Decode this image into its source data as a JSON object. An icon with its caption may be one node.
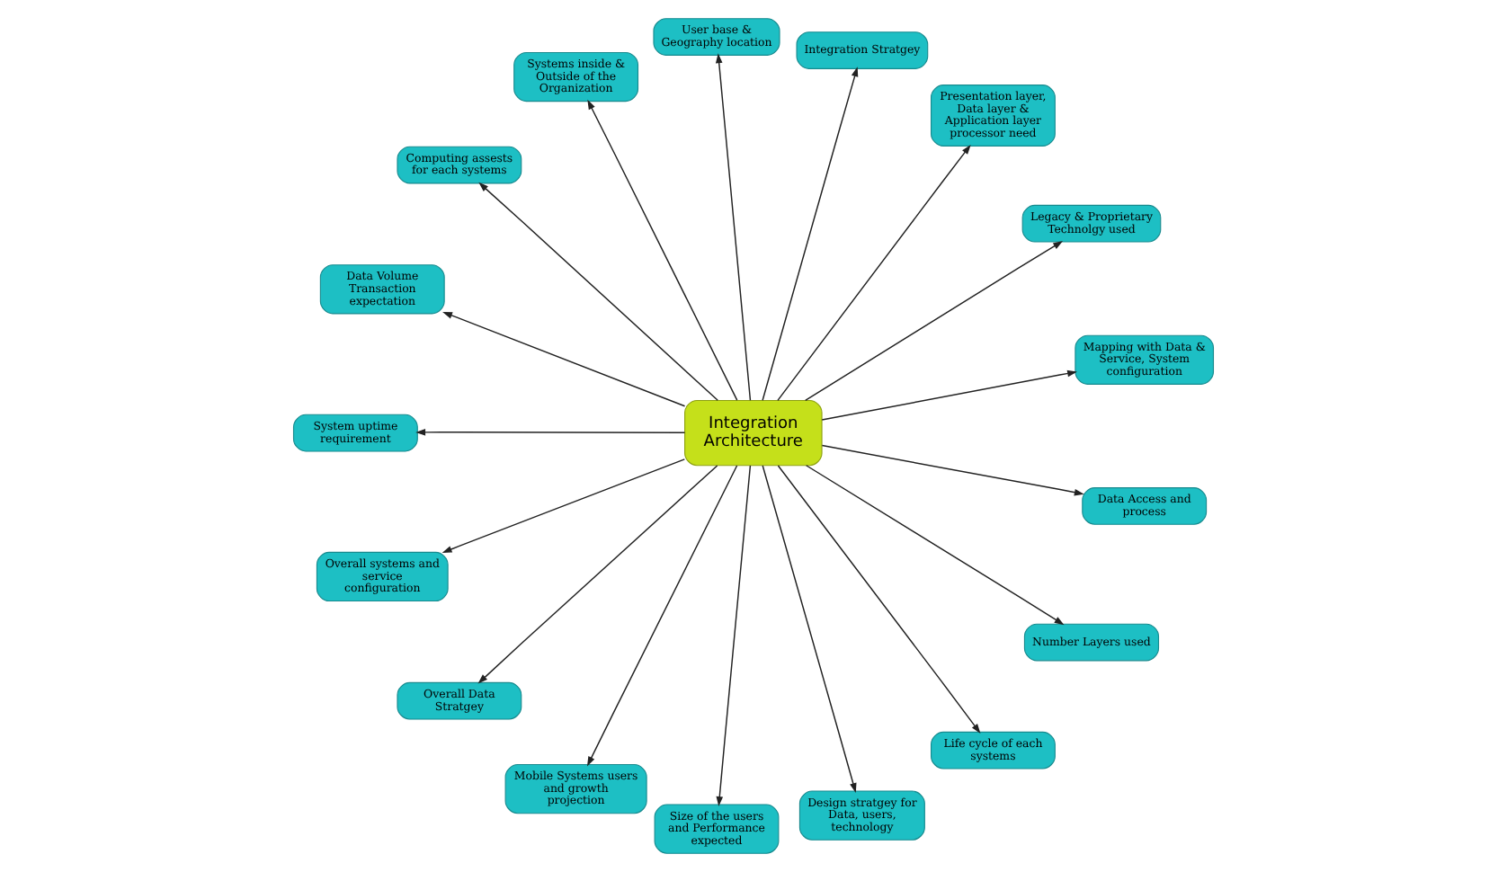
{
  "diagram": {
    "nodes": [
      {
        "text": [
          "Integration Architecture"
        ]
      },
      {
        "text": [
          "Mapping with Data & Service, System configuration"
        ]
      },
      {
        "text": [
          "Legacy & Proprietary Technolgy used"
        ]
      },
      {
        "text": [
          "Presentation layer, Data layer & Application layer processor need"
        ]
      },
      {
        "text": [
          "Integration Stratgey"
        ]
      },
      {
        "text": [
          "User base & Geography location"
        ]
      },
      {
        "text": [
          "Systems inside & Outside of the Organization"
        ]
      },
      {
        "text": [
          "Computing assests for each systems"
        ]
      },
      {
        "text": [
          "Data Volume Transaction expectation"
        ]
      },
      {
        "text": [
          "System uptime requirement"
        ]
      },
      {
        "text": [
          "Overall systems and service configuration"
        ]
      },
      {
        "text": [
          "Overall Data Stratgey"
        ]
      },
      {
        "text": [
          "Mobile Systems users and growth projection"
        ]
      },
      {
        "text": [
          "Size of the users and Performance expected"
        ]
      },
      {
        "text": [
          "Design stratgey for Data, users, technology"
        ]
      },
      {
        "text": [
          "Life cycle of each systems"
        ]
      },
      {
        "text": [
          "Number Layers used"
        ]
      },
      {
        "text": [
          "Data Access and process"
        ]
      }
    ],
    "edges": [
      {
        "from": 0,
        "to": 1,
        "arrow": "to"
      },
      {
        "from": 0,
        "to": 2,
        "arrow": "to"
      },
      {
        "from": 0,
        "to": 3,
        "arrow": "to"
      },
      {
        "from": 0,
        "to": 4,
        "arrow": "to"
      },
      {
        "from": 0,
        "to": 5,
        "arrow": "to"
      },
      {
        "from": 0,
        "to": 6,
        "arrow": "to"
      },
      {
        "from": 0,
        "to": 7,
        "arrow": "to"
      },
      {
        "from": 0,
        "to": 8,
        "arrow": "to"
      },
      {
        "from": 0,
        "to": 9,
        "arrow": "to"
      },
      {
        "from": 0,
        "to": 10,
        "arrow": "to"
      },
      {
        "from": 0,
        "to": 11,
        "arrow": "to"
      },
      {
        "from": 0,
        "to": 12,
        "arrow": "to"
      },
      {
        "from": 0,
        "to": 13,
        "arrow": "to"
      },
      {
        "from": 0,
        "to": 14,
        "arrow": "to"
      },
      {
        "from": 0,
        "to": 15,
        "arrow": "to"
      },
      {
        "from": 0,
        "to": 16,
        "arrow": "to"
      },
      {
        "from": 0,
        "to": 17,
        "arrow": "to"
      }
    ]
  }
}
